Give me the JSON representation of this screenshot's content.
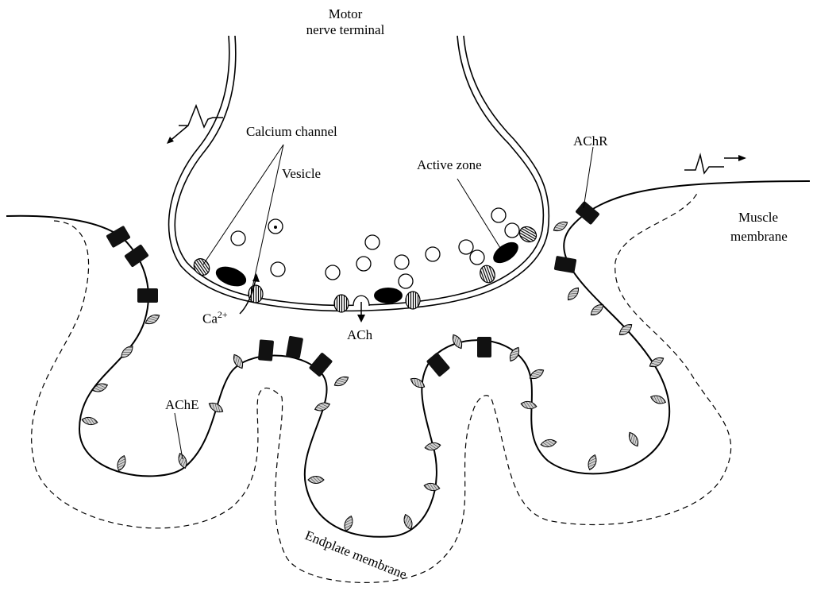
{
  "labels": {
    "motor_nerve_line1": "Motor",
    "motor_nerve_line2": "nerve terminal",
    "calcium_channel": "Calcium channel",
    "vesicle": "Vesicle",
    "active_zone": "Active zone",
    "achr": "AChR",
    "muscle_line1": "Muscle",
    "muscle_line2": "membrane",
    "ca_base": "Ca",
    "ca_charge": "2+",
    "ach": "ACh",
    "ache": "AChE",
    "endplate": "Endplate membrane"
  },
  "colors": {
    "line": "#000000",
    "receptor": "#111111",
    "ache_fill": "#9a9a9a",
    "channel_fill": "#bdbdbd"
  }
}
